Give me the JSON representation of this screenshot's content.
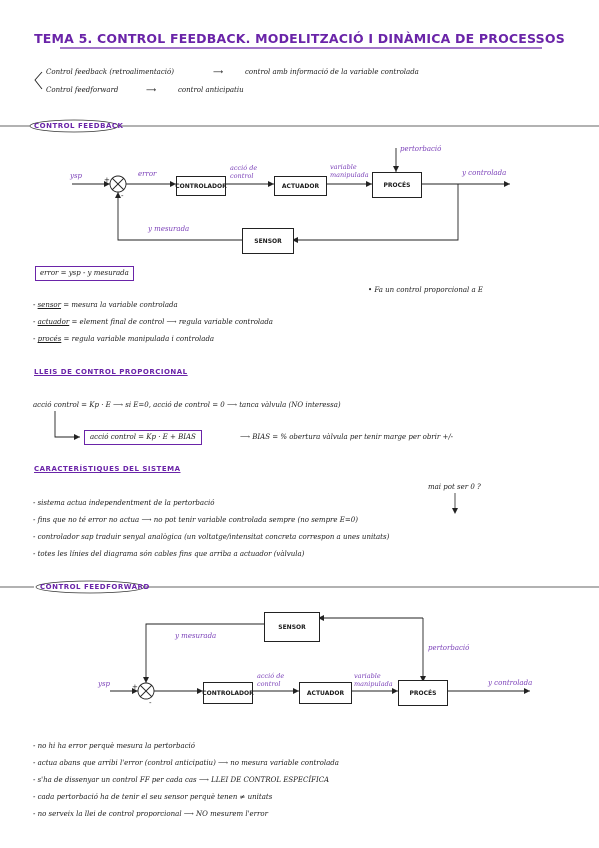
{
  "title": "TEMA 5. CONTROL FEEDBACK. MODELITZACIÓ I DINÀMICA DE PROCESSOS",
  "intro": [
    {
      "term": "Control feedback (retroalimentació)",
      "def": "control amb informació de la variable controlada"
    },
    {
      "term": "Control feedforward",
      "def": "control anticipatiu"
    }
  ],
  "feedback": {
    "header": "CONTROL FEEDBACK",
    "diagram": {
      "ysp": "ysp",
      "plus": "+",
      "minus": "-",
      "error": "error",
      "controlador": "CONTROLADOR",
      "accio": "acció de control",
      "actuador": "ACTUADOR",
      "variable": "variable manipulada",
      "proces": "PROCÉS",
      "pertorbacio": "pertorbació",
      "y_controlada": "y controlada",
      "sensor": "SENSOR",
      "y_mesurada": "y mesurada"
    },
    "formula": "error = ysp - y mesurada",
    "note": "• Fa un control proporcional a E",
    "items": [
      {
        "term": "sensor",
        "text": "= mesura la variable controlada"
      },
      {
        "term": "actuador",
        "text": "= element final de control ⟶ regula variable controlada"
      },
      {
        "term": "procés",
        "text": "= regula variable manipulada i controlada"
      }
    ]
  },
  "lleis": {
    "header": "LLEIS DE CONTROL PROPORCIONAL",
    "line1": "acció control = Kp · E ⟶ si E=0, acció de control = 0 ⟶ tanca vàlvula (NO interessa)",
    "boxed": "acció control = Kp · E + BIAS",
    "line2": "⟶ BIAS = % obertura vàlvula per tenir marge per obrir +/-"
  },
  "caracteristiques": {
    "header": "CARACTERÍSTIQUES DEL SISTEMA",
    "note": "mai pot ser 0 ?",
    "items": [
      "sistema actua independentment de la pertorbació",
      "fins que no té error no actua ⟶ no pot tenir variable controlada sempre (no sempre E=0)",
      "controlador sap traduir senyal analògica (un voltatge/intensitat concreta correspon a unes unitats)",
      "totes les línies del diagrama són cables fins que arriba a actuador (vàlvula)"
    ]
  },
  "feedforward": {
    "header": "CONTROL FEEDFORWARD",
    "diagram": {
      "sensor": "SENSOR",
      "y_mesurada": "y mesurada",
      "pertorbacio": "pertorbació",
      "ysp": "ysp",
      "plus": "+",
      "minus": "-",
      "controlador": "CONTROLADOR",
      "accio": "acció de control",
      "actuador": "ACTUADOR",
      "variable": "variable manipulada",
      "proces": "PROCÉS",
      "y_controlada": "y controlada"
    },
    "items": [
      "no hi ha error perquè mesura la pertorbació",
      "actua abans que arribi l'error (control anticipatiu) ⟶ no mesura variable controlada",
      "s'ha de dissenyar un control FF per cada cas ⟶ LLEI DE CONTROL ESPECÍFICA",
      "cada pertorbació ha de tenir el seu sensor perquè tenen ≠ unitats",
      "no serveix la llei de control proporcional ⟶ NO mesurem l'error"
    ]
  },
  "colors": {
    "accent": "#6a24a8",
    "label": "#7a3fb8",
    "ink": "#1b1b1b"
  }
}
